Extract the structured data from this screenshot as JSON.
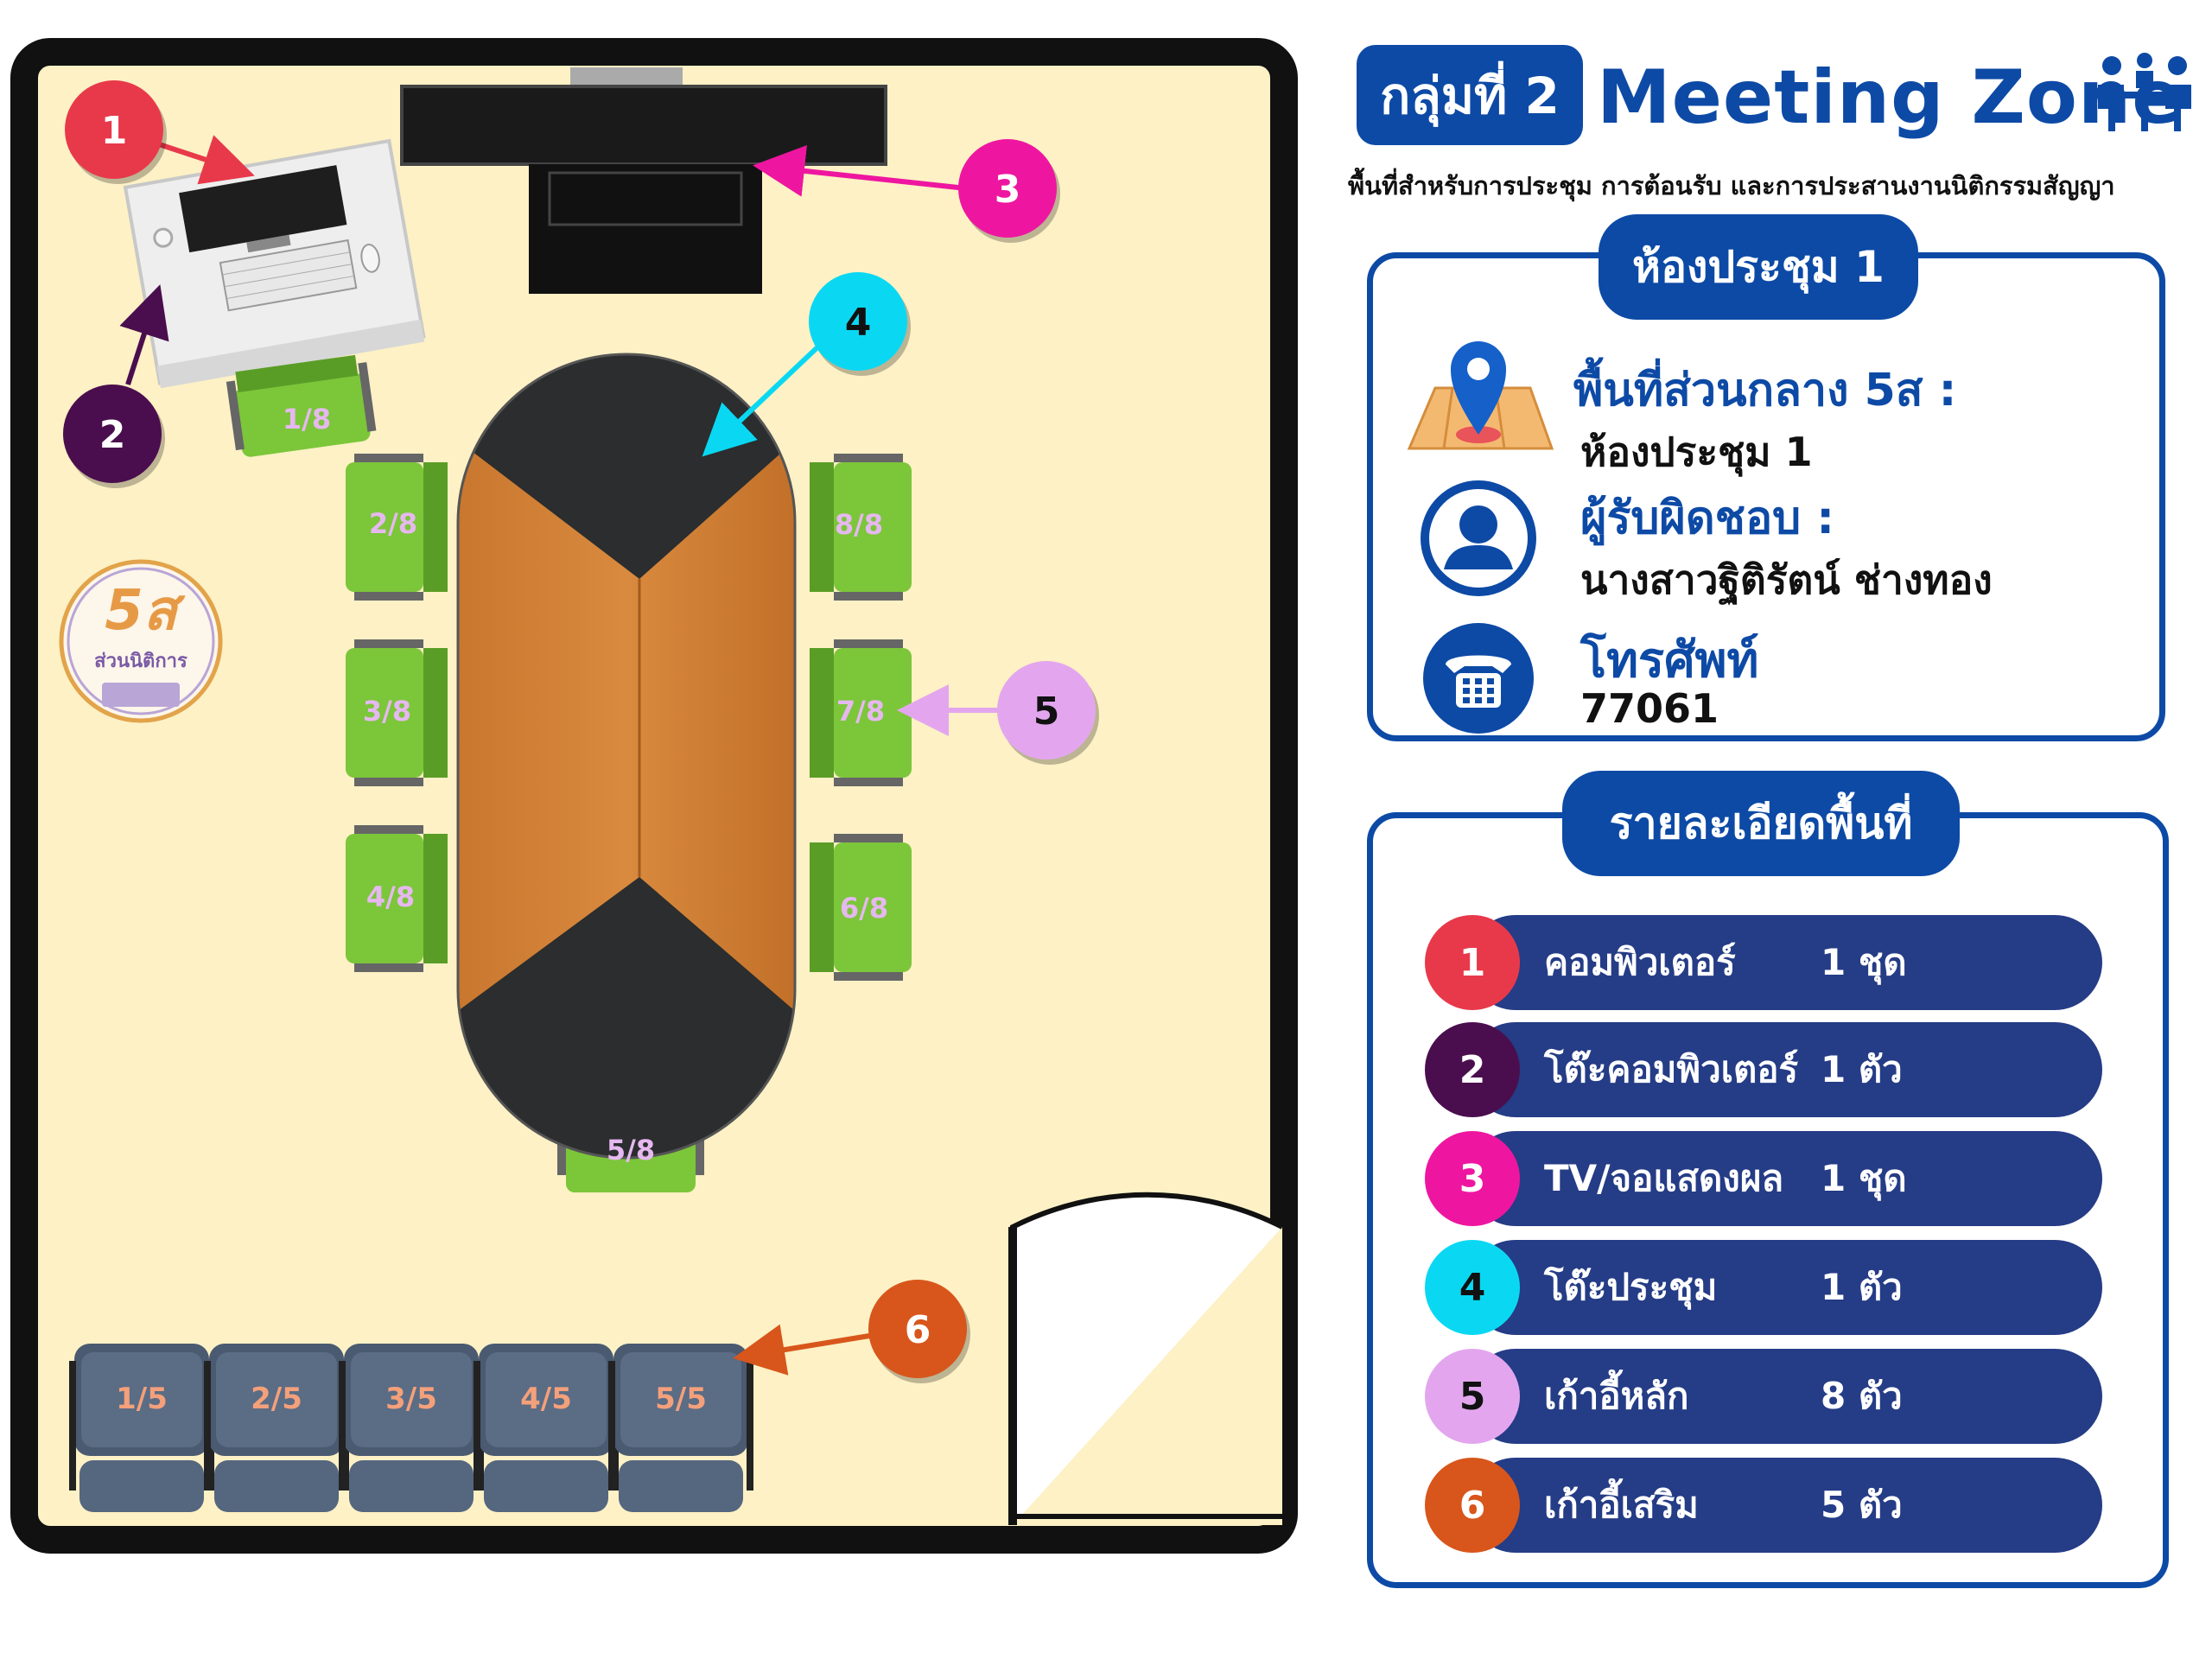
{
  "header": {
    "group_label": "กลุ่มที่ 2",
    "zone_title": "Meeting Zone",
    "subtitle": "พื้นที่สำหรับการประชุม การต้อนรับ และการประสานงานนิติกรรมสัญญา"
  },
  "room_card": {
    "tab_label": "ห้องประชุม 1",
    "area_heading": "พื้นที่ส่วนกลาง 5ส :",
    "area_value": "ห้องประชุม 1",
    "owner_heading": "ผู้รับผิดชอบ :",
    "owner_value": "นางสาวฐิติรัตน์ ช่างทอง",
    "phone_heading": "โทรศัพท์",
    "phone_value": "77061"
  },
  "details": {
    "tab_label": "รายละเอียดพื้นที่",
    "items": [
      {
        "num": "1",
        "name": "คอมพิวเตอร์",
        "qty": "1  ชุด",
        "color": "#e8394a"
      },
      {
        "num": "2",
        "name": "โต๊ะคอมพิวเตอร์",
        "qty": "1  ตัว",
        "color": "#4a0e4e"
      },
      {
        "num": "3",
        "name": "TV/จอแสดงผล",
        "qty": "1 ชุด",
        "color": "#ee16a0"
      },
      {
        "num": "4",
        "name": "โต๊ะประชุม",
        "qty": "1 ตัว",
        "color": "#0ad8f2"
      },
      {
        "num": "5",
        "name": "เก้าอี้หลัก",
        "qty": "8 ตัว",
        "color": "#e3a6ee"
      },
      {
        "num": "6",
        "name": "เก้าอี้เสริม",
        "qty": "5 ตัว",
        "color": "#d8561b"
      }
    ]
  },
  "plan": {
    "badges": [
      "1",
      "2",
      "3",
      "4",
      "5",
      "6"
    ],
    "main_chairs": [
      "1/8",
      "2/8",
      "3/8",
      "4/8",
      "5/8",
      "6/8",
      "7/8",
      "8/8"
    ],
    "extra_chairs": [
      "1/5",
      "2/5",
      "3/5",
      "4/5",
      "5/5"
    ],
    "logo_text": "5ส",
    "logo_sub": "ส่วนนิติการ"
  },
  "icons": {
    "meeting": "meeting-people-icon",
    "location": "map-pin-icon",
    "person": "person-icon",
    "phone": "telephone-icon"
  }
}
